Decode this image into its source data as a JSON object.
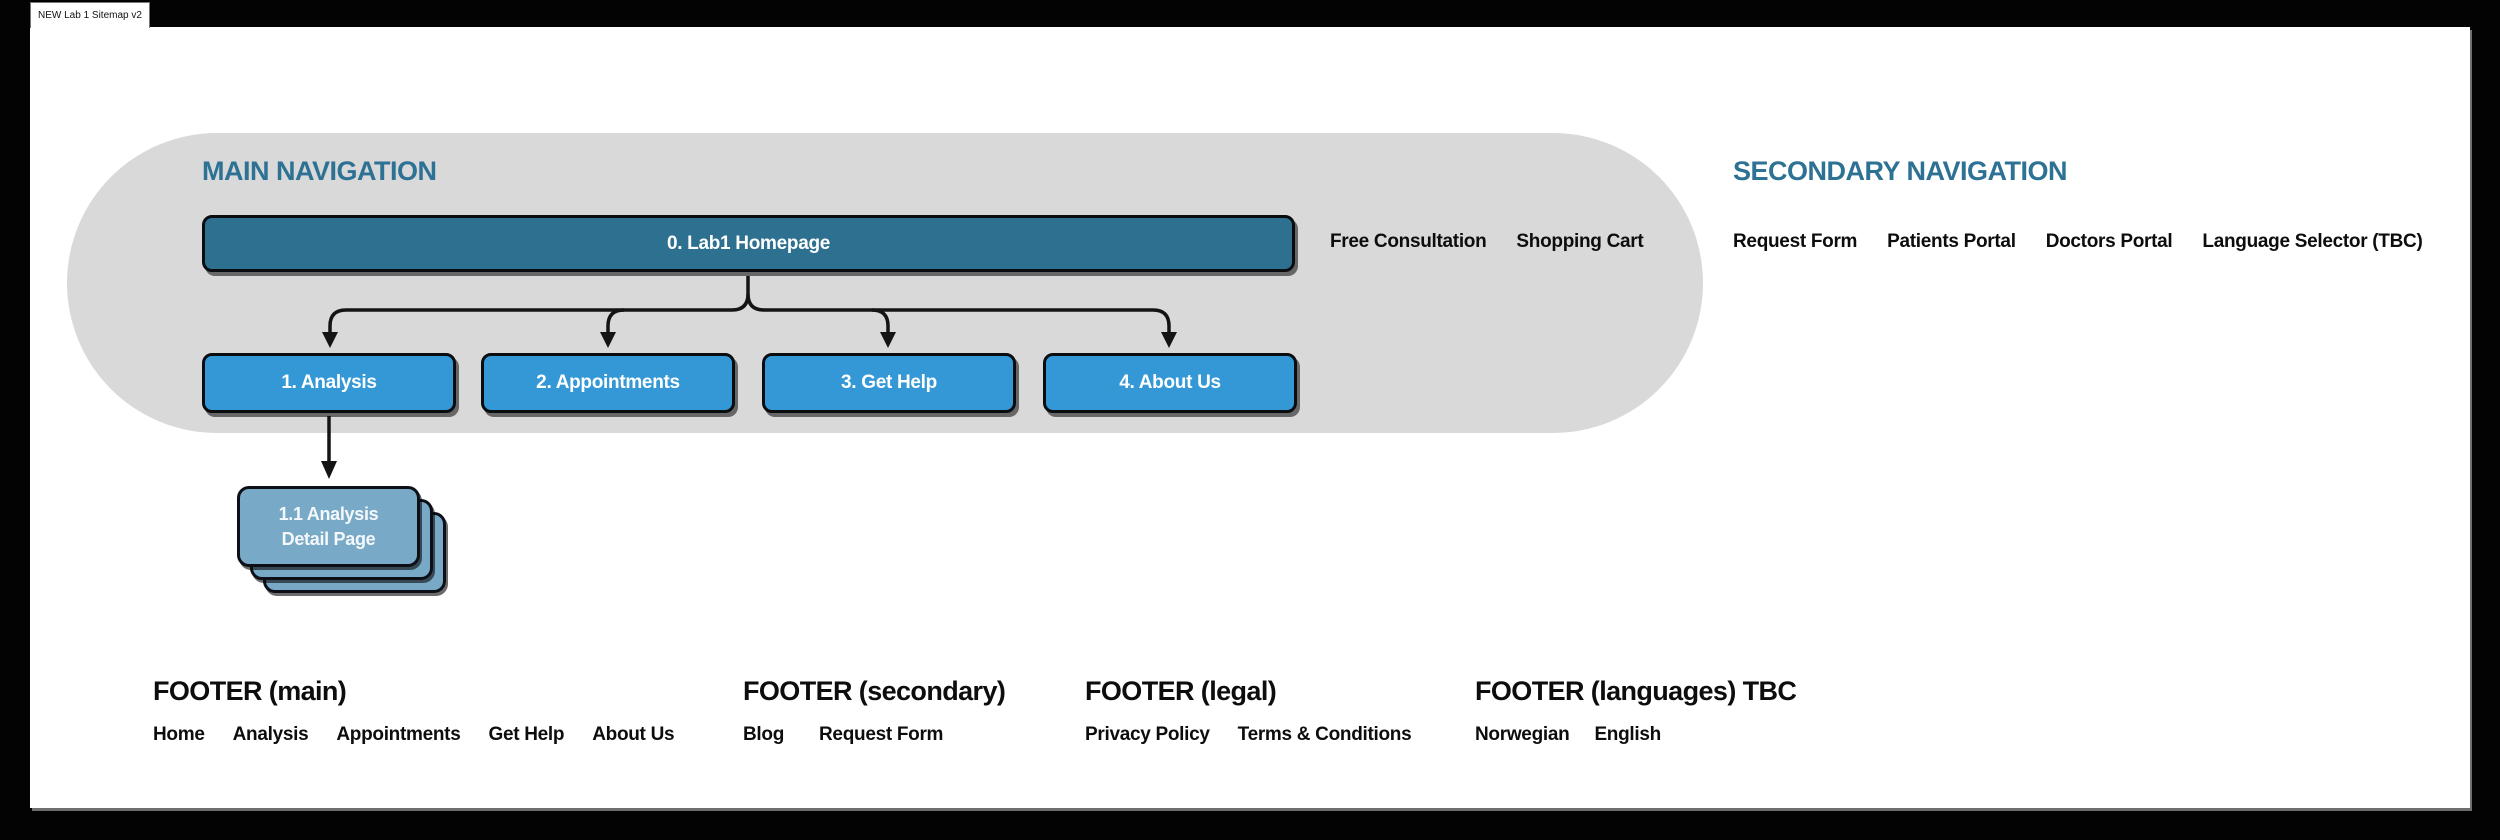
{
  "window": {
    "tab_title": "NEW Lab 1 Sitemap v2"
  },
  "colors": {
    "frame": "#030303",
    "canvas": "#ffffff",
    "container_gray": "#d9d9d9",
    "heading_teal": "#2d7194",
    "homepage_fill": "#2e7090",
    "page_fill": "#3598d6",
    "detail_stack_fill": "#78a9c6",
    "node_text": "#ffffff",
    "label_text": "#0d0d0d"
  },
  "main_navigation": {
    "title": "MAIN NAVIGATION",
    "homepage_label": "0. Lab1 Homepage",
    "pages": [
      "1. Analysis",
      "2. Appointments",
      "3. Get Help",
      "4. About Us"
    ],
    "utility_links": [
      "Free Consultation",
      "Shopping Cart"
    ],
    "detail_stack": {
      "line1": "1.1 Analysis",
      "line2": "Detail Page"
    }
  },
  "secondary_navigation": {
    "title": "SECONDARY NAVIGATION",
    "items": [
      "Request Form",
      "Patients Portal",
      "Doctors Portal",
      "Language Selector (TBC)"
    ]
  },
  "footers": [
    {
      "title": "FOOTER (main)",
      "items": [
        "Home",
        "Analysis",
        "Appointments",
        "Get Help",
        "About Us"
      ]
    },
    {
      "title": "FOOTER (secondary)",
      "items": [
        "Blog",
        "Request Form"
      ]
    },
    {
      "title": "FOOTER (legal)",
      "items": [
        "Privacy Policy",
        "Terms & Conditions"
      ]
    },
    {
      "title": "FOOTER (languages) TBC",
      "items": [
        "Norwegian",
        "English"
      ]
    }
  ]
}
